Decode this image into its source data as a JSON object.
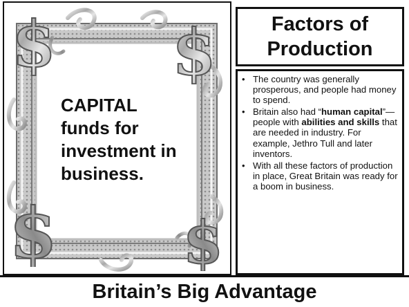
{
  "slide": {
    "frame_text": [
      "CAPITAL",
      "funds for",
      "investment in",
      "business."
    ],
    "title_lines": [
      "Factors of",
      "Production"
    ],
    "bullets": [
      {
        "segments": [
          {
            "text": "The country was generally prosperous, and people had money to spend.",
            "bold": false
          }
        ]
      },
      {
        "segments": [
          {
            "text": "Britain also had “",
            "bold": false
          },
          {
            "text": "human capital",
            "bold": true
          },
          {
            "text": "”—people with ",
            "bold": false
          },
          {
            "text": "abilities and skills",
            "bold": true
          },
          {
            "text": " that are needed in industry. For example, Jethro Tull and later inventors.",
            "bold": false
          }
        ]
      },
      {
        "segments": [
          {
            "text": "With all these factors of production in place, Great Britain was ready for a boom in business.",
            "bold": false
          }
        ]
      }
    ],
    "bullet_marker": "•",
    "banner": "Britain’s Big Advantage",
    "frame_icons": [
      "dollar-sign-icon",
      "dollar-sign-icon",
      "dollar-sign-icon",
      "dollar-sign-icon"
    ],
    "colors": {
      "frame_silver": "#b8b8b8",
      "border": "#111111",
      "background": "#ffffff"
    }
  }
}
